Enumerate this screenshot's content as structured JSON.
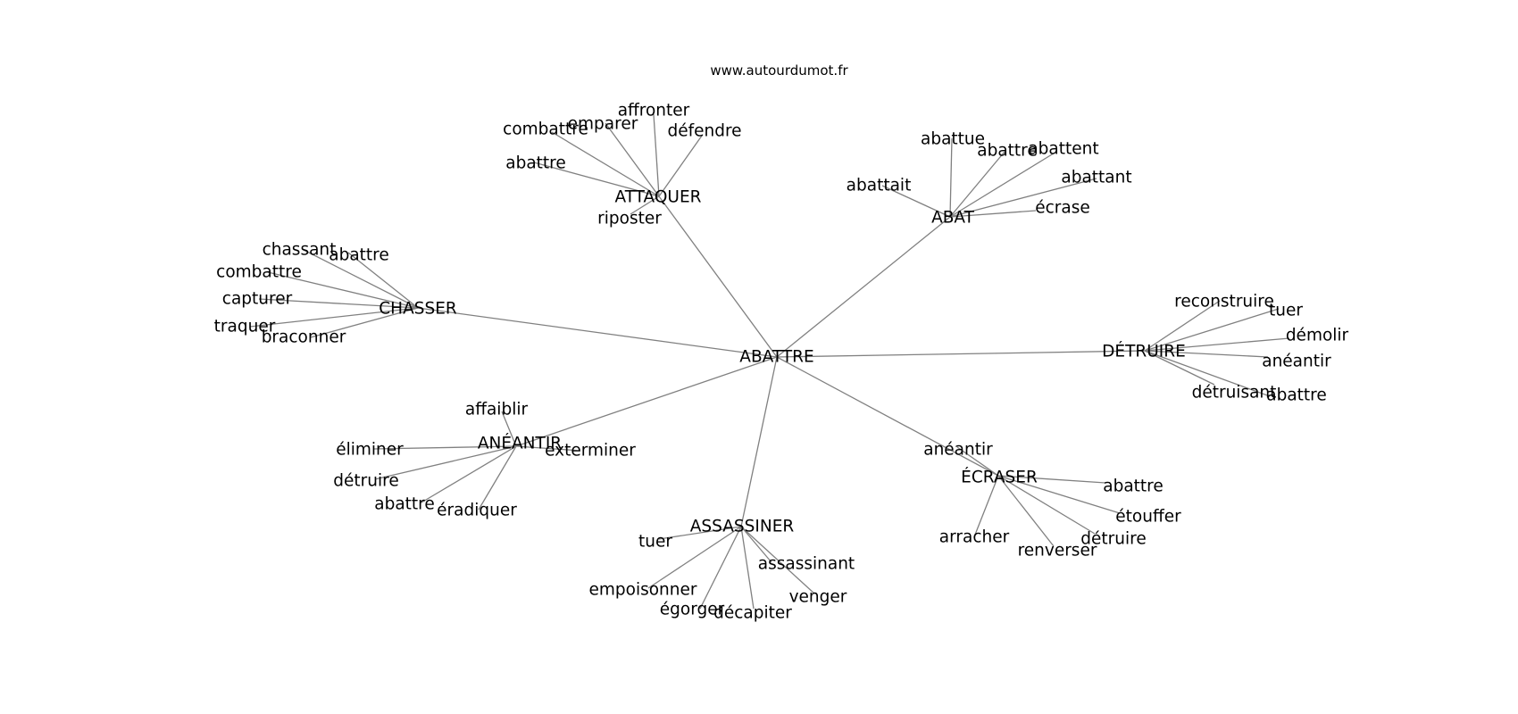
{
  "source": "www.autourdumot.fr",
  "colors": {
    "edge": "#808080",
    "text": "#000000",
    "background": "#ffffff"
  },
  "graph": {
    "root": "ABATTRE",
    "clusters": [
      {
        "label": "ATTAQUER",
        "children": [
          "affronter",
          "emparer",
          "combattre",
          "défendre",
          "abattre",
          "riposter"
        ]
      },
      {
        "label": "ABAT",
        "children": [
          "abattue",
          "abattre",
          "abattent",
          "abattant",
          "abattait",
          "écrase"
        ]
      },
      {
        "label": "CHASSER",
        "children": [
          "chassant",
          "abattre",
          "combattre",
          "capturer",
          "traquer",
          "braconner"
        ]
      },
      {
        "label": "DÉTRUIRE",
        "children": [
          "reconstruire",
          "tuer",
          "démolir",
          "anéantir",
          "détruisant",
          "abattre"
        ]
      },
      {
        "label": "ANÉANTIR",
        "children": [
          "affaiblir",
          "éliminer",
          "exterminer",
          "détruire",
          "abattre",
          "éradiquer"
        ]
      },
      {
        "label": "ÉCRASER",
        "children": [
          "anéantir",
          "abattre",
          "étouffer",
          "détruire",
          "arracher",
          "renverser"
        ]
      },
      {
        "label": "ASSASSINER",
        "children": [
          "tuer",
          "assassinant",
          "empoisonner",
          "venger",
          "égorger",
          "décapiter"
        ]
      }
    ]
  }
}
